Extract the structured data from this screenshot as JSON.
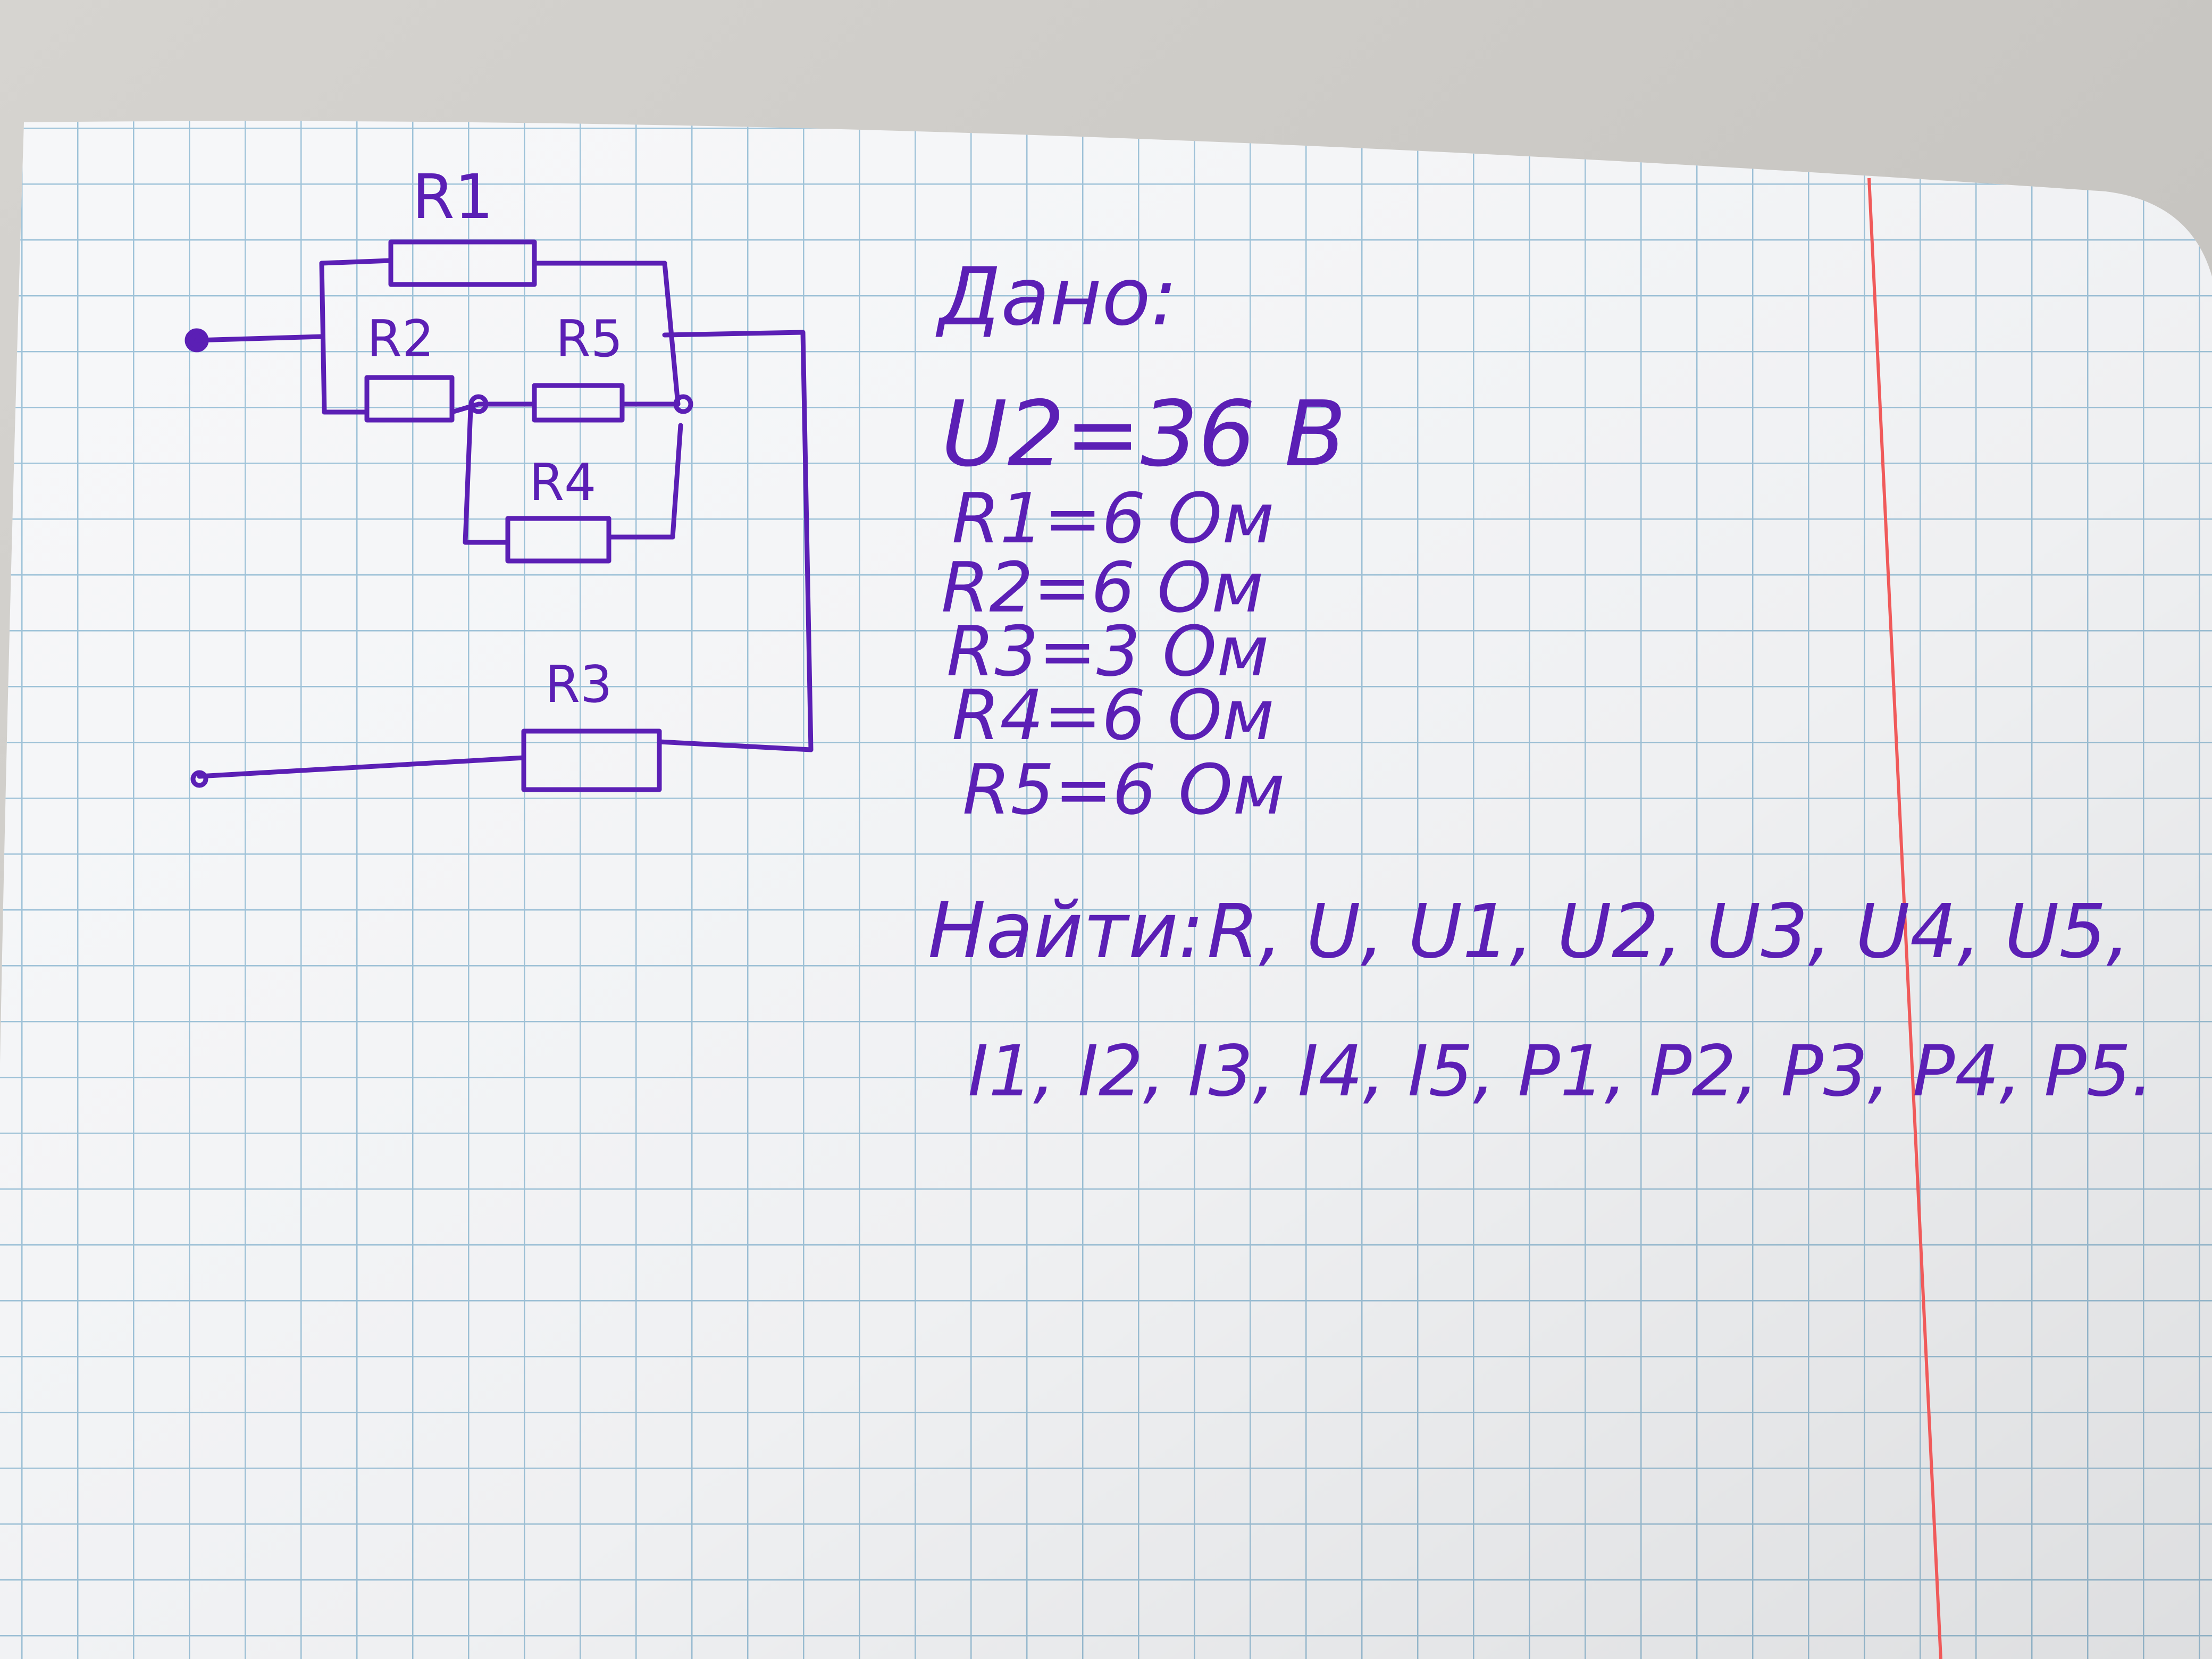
{
  "colors": {
    "paper": "#f6f7f9",
    "grid": "#9fc3d9",
    "margin_line": "#f05a5a",
    "ink": "#5b1fb5",
    "desk": "#c9c7c3"
  },
  "circuit": {
    "labels": {
      "r1": "R1",
      "r2": "R2",
      "r3": "R3",
      "r4": "R4",
      "r5": "R5"
    }
  },
  "problem": {
    "given_heading": "Дано:",
    "given": [
      "U2=36 В",
      "R1=6 Ом",
      "R2=6 Ом",
      "R3=3 Ом",
      "R4=6 Ом",
      "R5=6 Ом"
    ],
    "find_heading": "Найти:",
    "find_line1": "R, U, U1, U2, U3, U4, U5,",
    "find_line2": "I1, I2, I3, I4, I5, P1, P2, P3, P4, P5."
  }
}
